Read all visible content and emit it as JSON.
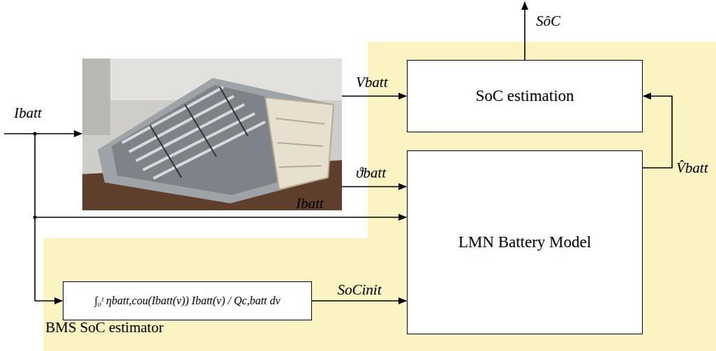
{
  "diagram": {
    "nodes": [
      {
        "text": [
          "BMS SoC estimator"
        ]
      },
      {
        "text": [
          "SoC estimation"
        ],
        "in": 0
      },
      {
        "text": [
          "LMN Battery Model"
        ],
        "in": 0
      },
      {
        "text": [
          "∫₀ᵗ ηbatt,cou(Ibatt(ν)) Ibatt(ν) / Qc,batt dν"
        ],
        "in": 0
      }
    ],
    "edges": [
      {
        "from": 3,
        "to": 2,
        "label": "SoCinit",
        "arrow": "to"
      },
      {
        "from": 2,
        "to": 1,
        "label": "V̂batt",
        "arrow": "to"
      }
    ],
    "labels": [
      "SôC",
      "Ibatt",
      "Vbatt",
      "ϑbatt",
      "Ibatt"
    ]
  }
}
